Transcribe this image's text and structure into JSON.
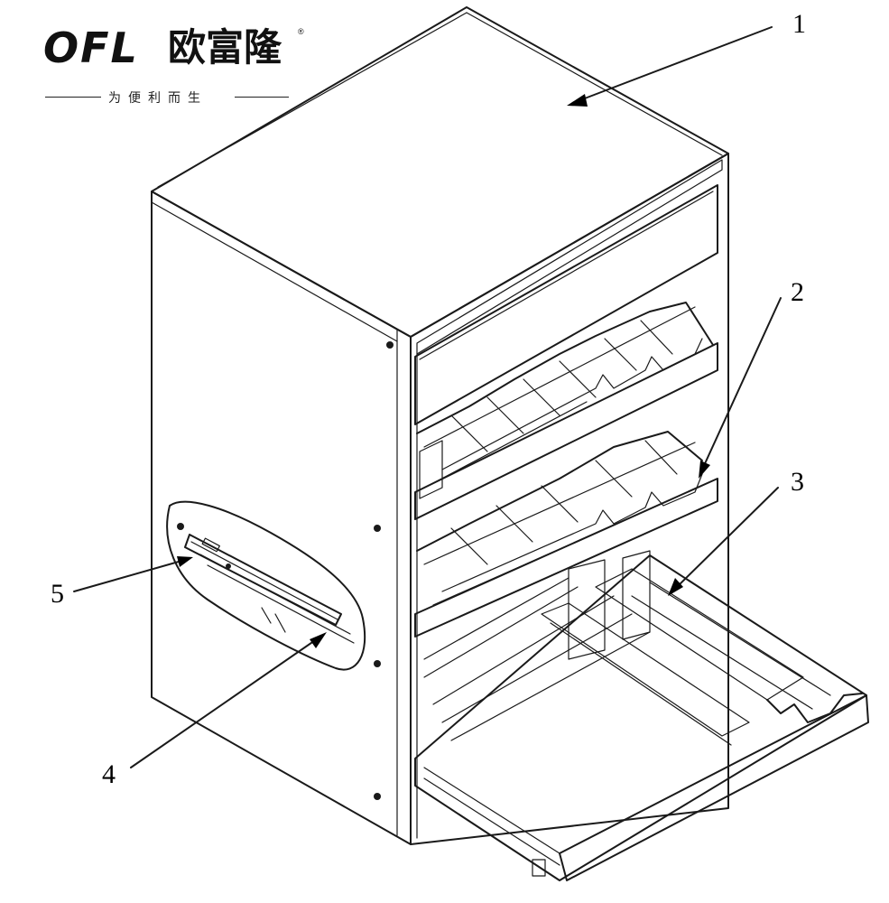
{
  "logo": {
    "latin": "OFL",
    "chinese": "欧富隆",
    "registered": "®",
    "slogan": "为便利而生"
  },
  "callouts": [
    "1",
    "2",
    "3",
    "4",
    "5"
  ]
}
